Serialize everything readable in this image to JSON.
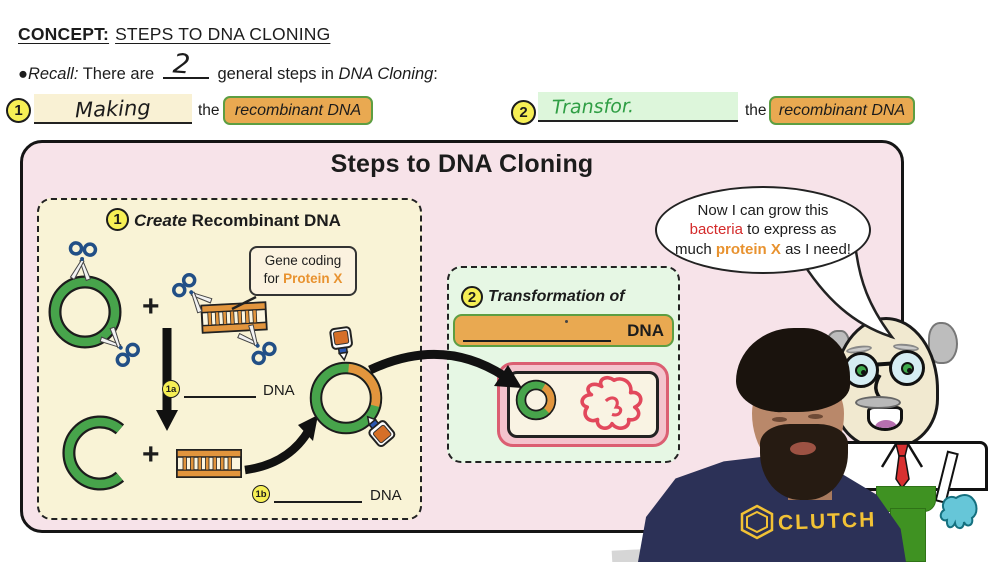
{
  "header": {
    "concept_label": "CONCEPT:",
    "concept_title": "STEPS TO DNA CLONING",
    "recall_bullet": "●",
    "recall_label": "Recall:",
    "recall_before": "There are",
    "recall_blank_value": "2",
    "recall_after": "general steps in",
    "recall_topic": "DNA Cloning",
    "recall_colon": ":"
  },
  "fill_steps": [
    {
      "badge": "1",
      "written": "Making",
      "connector": "the",
      "boxed": "recombinant DNA"
    },
    {
      "badge": "2",
      "written": "Transfor.",
      "connector": "the",
      "boxed": "recombinant DNA"
    }
  ],
  "diagram": {
    "title": "Steps to DNA Cloning",
    "create_panel": {
      "badge": "1",
      "heading_italic": "Create",
      "heading_rest": "Recombinant DNA",
      "plus_sign": "+",
      "gene_callout": {
        "line1": "Gene coding",
        "line2_prefix": "for",
        "protein": "Protein X"
      },
      "label_1a": {
        "badge": "1a",
        "suffix": "DNA"
      },
      "label_1b": {
        "badge": "1b",
        "suffix": "DNA"
      }
    },
    "transform_panel": {
      "badge": "2",
      "heading": "Transformation of",
      "box_suffix": "DNA"
    },
    "speech_bubble": {
      "line1": "Now I can grow this",
      "line2_red": "bacteria",
      "line2_rest": "to express as",
      "line3_prefix": "much",
      "line3_orange": "protein X",
      "line3_suffix": "as I need!"
    }
  },
  "webcam": {
    "shirt_brand": "CLUTCH"
  },
  "icons": {
    "scissors": "open blue-handled scissors",
    "glue_bottle": "orange glue bottle",
    "plasmid": "green circular plasmid ring",
    "cut_plasmid": "green C-shaped cut plasmid",
    "recombinant_plasmid": "green ring with orange insert segment",
    "dna_fragment": "orange double-stranded DNA ladder",
    "chromosome": "red squiggly bacterial chromosome",
    "arrow": "thick black arrow",
    "speech_bubble": "white oval speech bubble",
    "scientist": "cartoon scientist with glasses and lab coat",
    "clutch_logo": "yellow hexagon brand logo"
  },
  "colors": {
    "panel_pink": "#f7e3e9",
    "panel_yellow": "#f9f3d6",
    "panel_green": "#e6f7e4",
    "tag_orange": "#e9a951",
    "tag_border_green": "#5d9e42",
    "badge_yellow": "#f6ef55",
    "ink_green": "#2f9e44",
    "protein_orange": "#e8922f",
    "bacteria_red": "#d42a2a",
    "plasmid_green": "#47a44b",
    "dna_orange": "#e2953d",
    "cell_membrane_pink": "#db5e72",
    "brand_yellow": "#f2c235",
    "shirt_navy": "#2c3157"
  }
}
